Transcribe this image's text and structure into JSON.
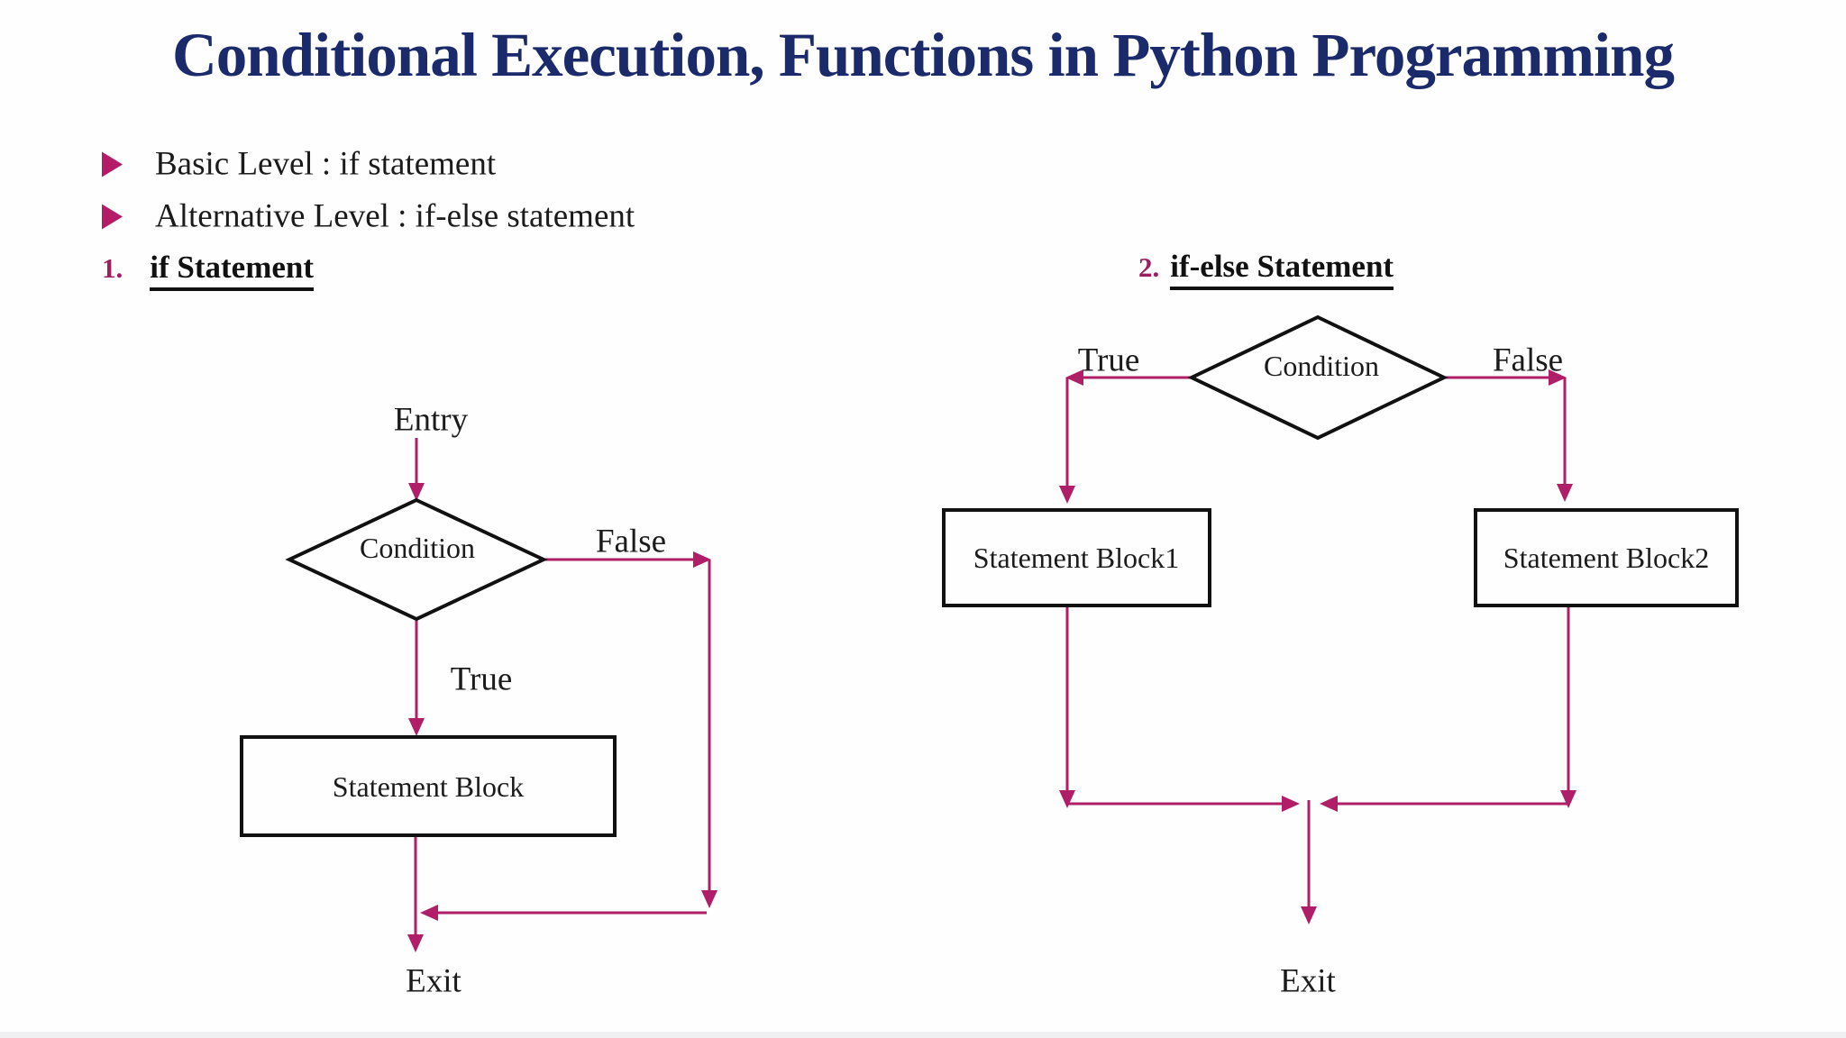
{
  "title": "Conditional Execution, Functions in Python Programming",
  "bullets": [
    {
      "icon": "triangle-right-icon",
      "label": "Basic Level : if statement"
    },
    {
      "icon": "triangle-right-icon",
      "label": "Alternative Level : if-else statement"
    }
  ],
  "sections": {
    "if": {
      "number": "1.",
      "heading": "if Statement"
    },
    "if_else": {
      "number": "2.",
      "heading": "if-else Statement"
    }
  },
  "flowchart_if": {
    "entry": "Entry",
    "condition": "Condition",
    "true_branch": "True",
    "false_branch": "False",
    "block": "Statement Block",
    "exit": "Exit"
  },
  "flowchart_if_else": {
    "condition": "Condition",
    "true_branch": "True",
    "false_branch": "False",
    "block1": "Statement Block1",
    "block2": "Statement Block2",
    "exit": "Exit"
  },
  "colors": {
    "title_navy": "#1b2a6b",
    "arrow_magenta": "#b01e68",
    "bullet_magenta": "#b51c68",
    "number_maroon": "#9c2060",
    "shape_border": "#111111",
    "text": "#1b1b1b"
  }
}
